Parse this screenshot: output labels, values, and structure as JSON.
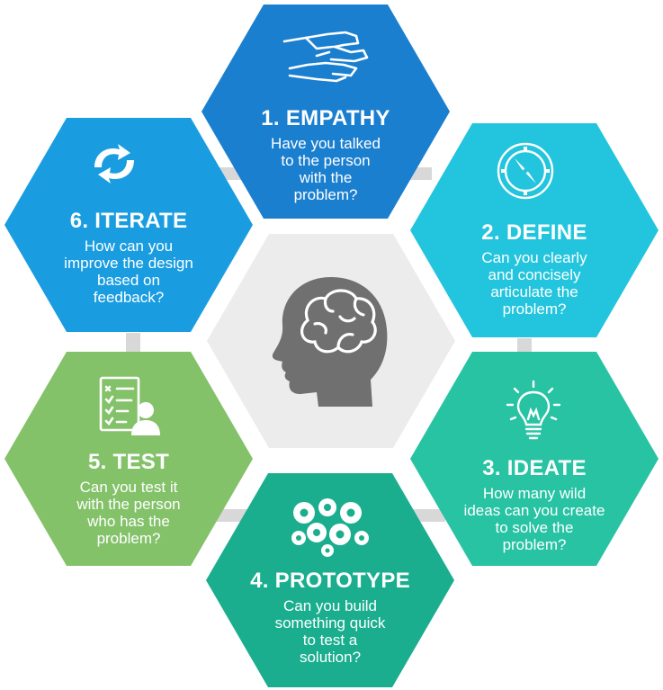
{
  "colors": {
    "empathy": "#1b7fd0",
    "define": "#22c5dd",
    "ideate": "#27c3a3",
    "prototype": "#1aae8f",
    "test": "#84c26a",
    "iterate": "#1a9de0",
    "center": "#ececec",
    "connector": "#d8d8d8",
    "brain": "#707070"
  },
  "steps": [
    {
      "id": "empathy",
      "title": "1. EMPATHY",
      "question": [
        "Have you talked",
        "to the person",
        "with the",
        "problem?"
      ],
      "icon": "handshake-icon"
    },
    {
      "id": "define",
      "title": "2. DEFINE",
      "question": [
        "Can you clearly",
        "and concisely",
        "articulate the",
        "problem?"
      ],
      "icon": "compass-icon"
    },
    {
      "id": "ideate",
      "title": "3. IDEATE",
      "question": [
        "How many wild",
        "ideas can you create",
        "to solve the",
        "problem?"
      ],
      "icon": "lightbulb-icon"
    },
    {
      "id": "prototype",
      "title": "4. PROTOTYPE",
      "question": [
        "Can you build",
        "something quick",
        "to test a",
        "solution?"
      ],
      "icon": "gears-icon"
    },
    {
      "id": "test",
      "title": "5. TEST",
      "question": [
        "Can you test it",
        "with the person",
        "who has the",
        "problem?"
      ],
      "icon": "checklist-person-icon"
    },
    {
      "id": "iterate",
      "title": "6. ITERATE",
      "question": [
        "How can you",
        "improve the design",
        "based on",
        "feedback?"
      ],
      "icon": "refresh-icon"
    }
  ],
  "center_icon": "head-brain-icon"
}
